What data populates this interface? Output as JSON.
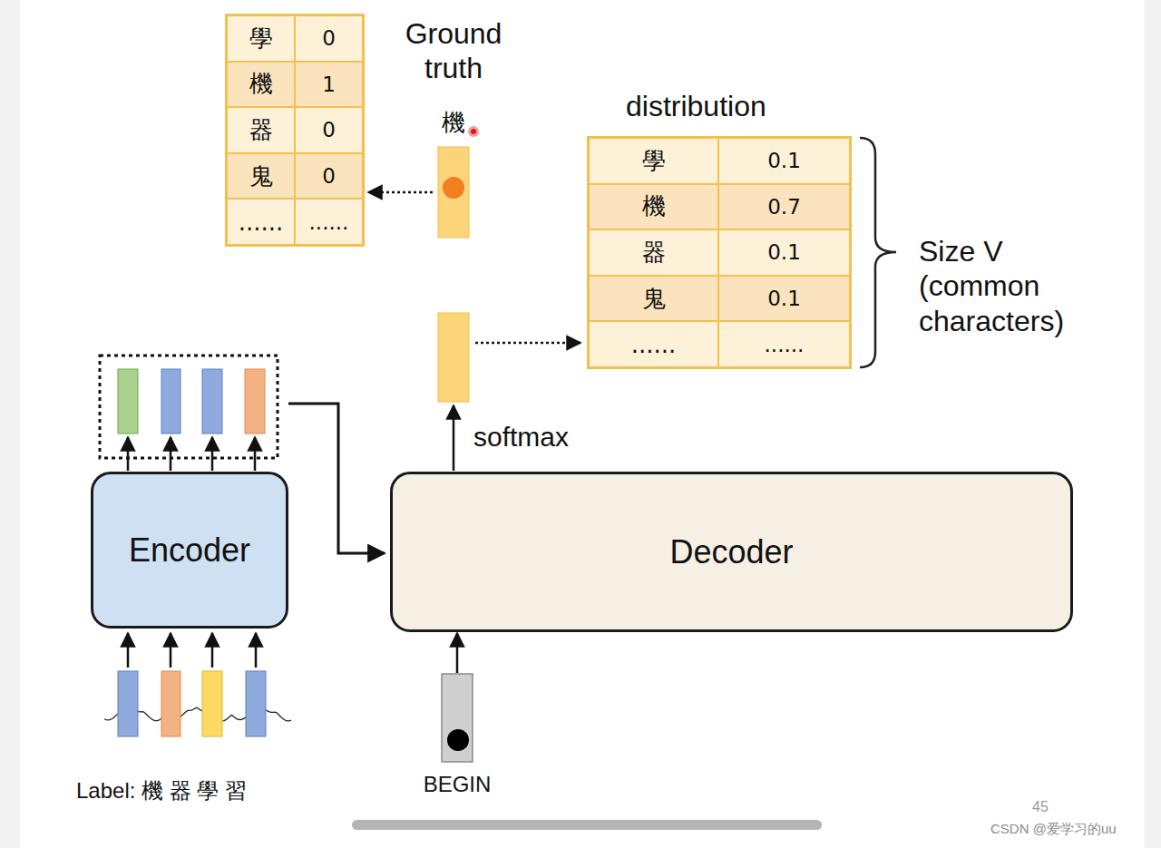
{
  "diagram": {
    "nodes": [
      {
        "text": [
          "學",
          "0",
          "機",
          "1",
          "器",
          "0",
          "鬼",
          "0",
          "......",
          "......"
        ]
      },
      {
        "text": [
          "學",
          "0.1",
          "機",
          "0.7",
          "器",
          "0.1",
          "鬼",
          "0.1",
          "......",
          "......"
        ]
      },
      {
        "text": [
          "Encoder"
        ]
      },
      {
        "text": [
          "Decoder"
        ]
      },
      {
        "text": [
          "BEGIN"
        ]
      }
    ],
    "edges": [
      {
        "from": 4,
        "to": 3,
        "arrow": "to"
      }
    ],
    "labels": [
      "Ground truth",
      "機",
      "distribution",
      "Size V (common characters)",
      "softmax",
      "Label: 機 器 學 習",
      "45",
      "CSDN @爱学习的uu"
    ]
  }
}
